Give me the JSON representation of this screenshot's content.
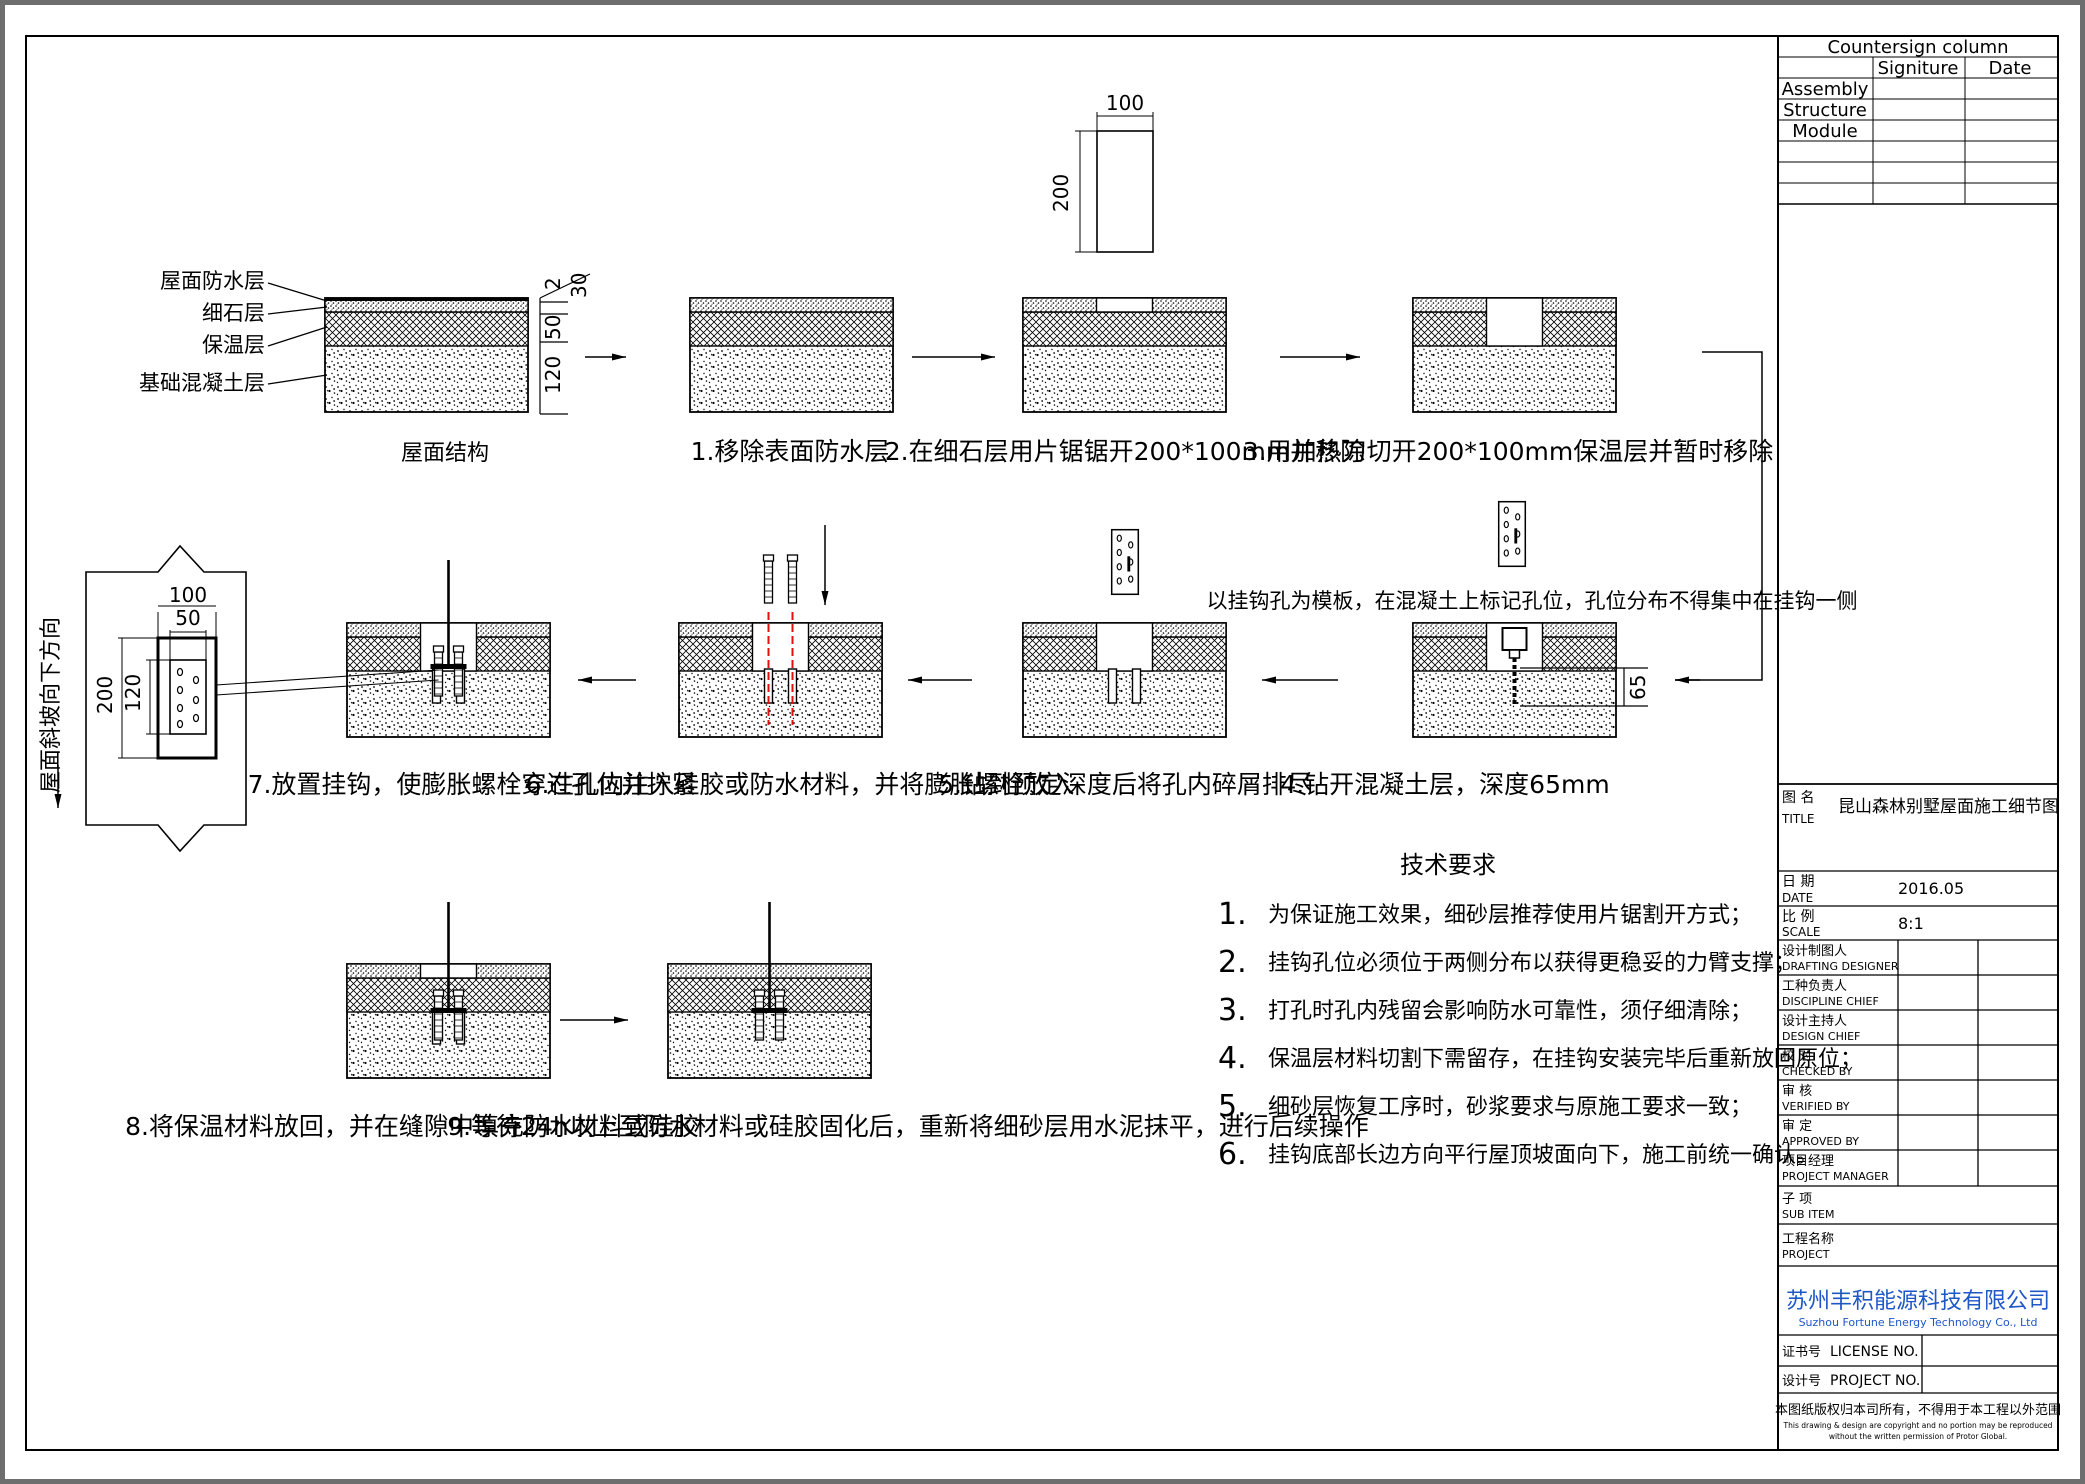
{
  "layers": {
    "waterproof": "屋面防水层",
    "fine_stone": "细石层",
    "insulation": "保温层",
    "concrete": "基础混凝土层"
  },
  "dims": {
    "d2": "2",
    "d30": "30",
    "d50": "50",
    "d120": "120",
    "top_w": "100",
    "top_h": "200",
    "d65": "65",
    "hook_w100": "100",
    "hook_w50": "50",
    "hook_h200": "200",
    "hook_h120": "120"
  },
  "captions": {
    "roof": "屋面结构",
    "s1": "1.移除表面防水层",
    "s2": "2.在细石层用片锯锯开200*100mm并移除",
    "s3": "3.用加热刀切开200*100mm保温层并暂时移除",
    "s4": "4.钻开混凝土层，深度65mm",
    "s4_note": "以挂钩孔为模板，在混凝土上标记孔位，孔位分布不得集中在挂钩一侧",
    "s5": "5.钻到预定深度后将孔内碎屑排尽",
    "s6": "6.在孔内注入硅胶或防水材料，并将膨胀螺栓放入",
    "s7": "7.放置挂钩，使膨胀螺栓穿过孔位并拧紧",
    "s8": "8.将保温材料放回，并在缝隙中填充防水材料或硅胶",
    "s9": "9.等待24h以上至防水材料或硅胶固化后，重新将细砂层用水泥抹平，进行后续操作",
    "slope": "屋面斜坡向下方向"
  },
  "tech": {
    "title": "技术要求",
    "items": [
      {
        "num": "1.",
        "text": "为保证施工效果，细砂层推荐使用片锯割开方式；"
      },
      {
        "num": "2.",
        "text": "挂钩孔位必须位于两侧分布以获得更稳妥的力臂支撑；"
      },
      {
        "num": "3.",
        "text": "打孔时孔内残留会影响防水可靠性，须仔细清除；"
      },
      {
        "num": "4.",
        "text": "保温层材料切割下需留存，在挂钩安装完毕后重新放回原位；"
      },
      {
        "num": "5.",
        "text": "细砂层恢复工序时，砂浆要求与原施工要求一致；"
      },
      {
        "num": "6.",
        "text": "挂钩底部长边方向平行屋顶坡面向下，施工前统一确认。"
      }
    ]
  },
  "title_block": {
    "countersign": "Countersign column",
    "signature": "Signiture",
    "date_col": "Date",
    "assembly": "Assembly",
    "structure": "Structure",
    "module": "Module",
    "title_cn": "图 名",
    "title_en": "TITLE",
    "title_value": "昆山森林别墅屋面施工细节图",
    "date_cn": "日 期",
    "date_en": "DATE",
    "date_value": "2016.05",
    "scale_cn": "比 例",
    "scale_en": "SCALE",
    "scale_value": "8:1",
    "drafting_cn": "设计制图人",
    "drafting_en": "DRAFTING DESIGNER",
    "discipline_cn": "工种负责人",
    "discipline_en": "DISCIPLINE CHIEF",
    "design_cn": "设计主持人",
    "design_en": "DESIGN CHIEF",
    "checked_cn": "校 对",
    "checked_en": "CHECKED BY",
    "verified_cn": "审 核",
    "verified_en": "VERIFIED BY",
    "approved_cn": "审 定",
    "approved_en": "APPROVED BY",
    "pm_cn": "项目经理",
    "pm_en": "PROJECT MANAGER",
    "sub_cn": "子 项",
    "sub_en": "SUB ITEM",
    "proj_cn": "工程名称",
    "proj_en": "PROJECT",
    "company_cn": "苏州丰积能源科技有限公司",
    "company_en": "Suzhou Fortune Energy Technology Co., Ltd",
    "license_cn": "证书号",
    "license_en": "LICENSE NO.",
    "projno_cn": "设计号",
    "projno_en": "PROJECT NO.",
    "copyright_cn": "本图纸版权归本司所有，不得用于本工程以外范围",
    "copyright_en1": "This drawing & design are copyright and no portion may be reproduced",
    "copyright_en2": "without the written permission of Protor Global."
  },
  "colors": {
    "company": "#1f57c7",
    "bolt_guide": "#e01010",
    "frame": "#000000"
  }
}
